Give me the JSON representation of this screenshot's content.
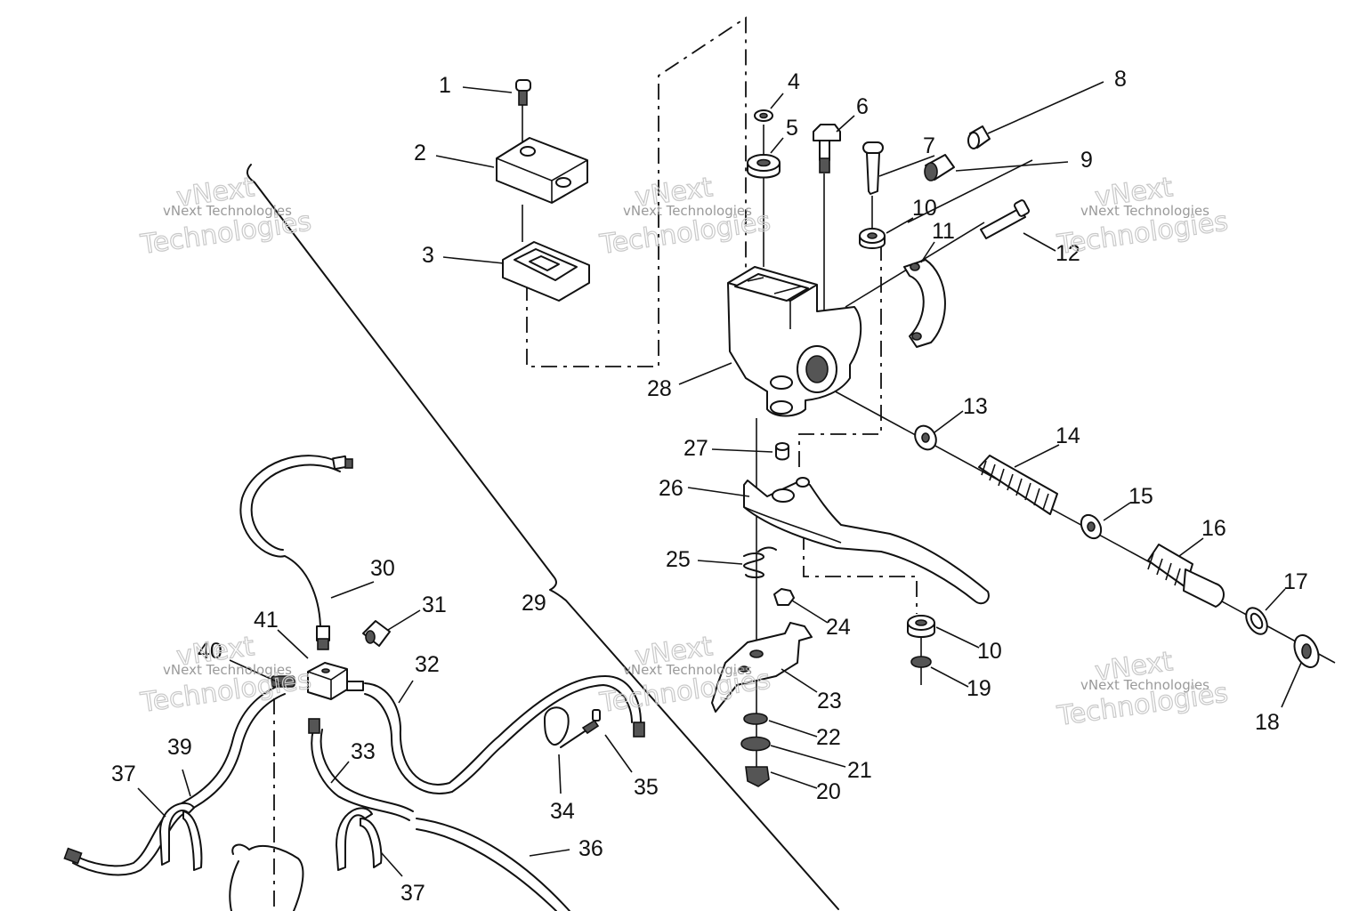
{
  "diagram": {
    "callouts": [
      "1",
      "2",
      "3",
      "4",
      "5",
      "6",
      "7",
      "8",
      "9",
      "10",
      "11",
      "12",
      "13",
      "14",
      "15",
      "16",
      "17",
      "18",
      "19",
      "20",
      "21",
      "22",
      "23",
      "24",
      "25",
      "26",
      "27",
      "28",
      "29",
      "30",
      "31",
      "32",
      "33",
      "34",
      "35",
      "36",
      "37",
      "39",
      "40",
      "41"
    ],
    "callout_10_second": "10",
    "callout_37_second": "37"
  },
  "watermark": {
    "line1": "vNext Technologies",
    "line2": "vNext",
    "line3": "Technologies"
  },
  "colors": {
    "ink": "#111111",
    "watermark": "#9a9a9a",
    "paper": "#ffffff"
  }
}
